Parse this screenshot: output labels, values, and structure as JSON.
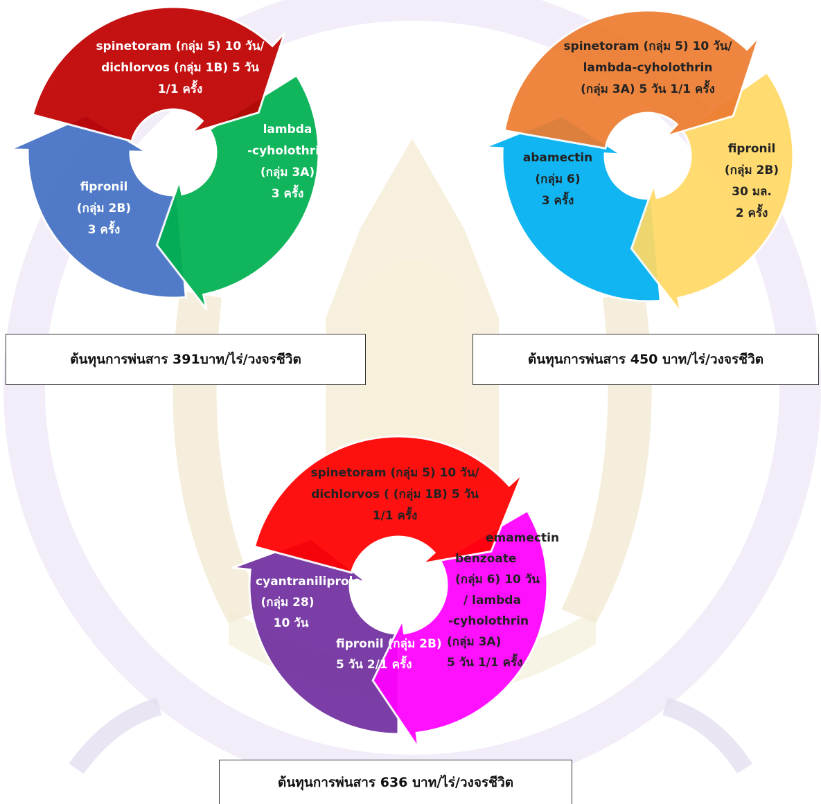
{
  "colors": {
    "red": "#C00000",
    "green": "#00B050",
    "blue": "#4472C4",
    "orange": "#ED7D31",
    "yellow": "#FFD966",
    "cyan": "#00B0F0",
    "bright_red": "#FF0000",
    "magenta": "#FF00FF",
    "purple": "#7030A0",
    "watermark": "#C7B37A",
    "watermark_text": "#A9A0C9"
  },
  "cycles": [
    {
      "segments": [
        {
          "lines": [
            "spinetoram (กลุ่ม 5) 10 วัน/",
            "dichlorvos (กลุ่ม 1B)  5 วัน",
            "1/1 ครั้ง"
          ],
          "color": "red"
        },
        {
          "lines": [
            "lambda",
            "-cyholothrin",
            "(กลุ่ม 3A)",
            "3 ครั้ง"
          ],
          "color": "green"
        },
        {
          "lines": [
            "fipronil",
            "(กลุ่ม 2B)",
            "3 ครั้ง"
          ],
          "color": "blue"
        }
      ],
      "cost": "ต้นทุนการพ่นสาร 391บาท/ไร่/วงจรชีวิต"
    },
    {
      "segments": [
        {
          "lines": [
            "spinetoram (กลุ่ม 5) 10 วัน/",
            "lambda-cyholothrin",
            "(กลุ่ม 3A) 5 วัน 1/1 ครั้ง"
          ],
          "color": "orange"
        },
        {
          "lines": [
            "fipronil",
            "(กลุ่ม 2B)",
            "30 มล.",
            "2 ครั้ง"
          ],
          "color": "yellow"
        },
        {
          "lines": [
            "abamectin",
            "(กลุ่ม 6)",
            "3 ครั้ง"
          ],
          "color": "cyan"
        }
      ],
      "cost": "ต้นทุนการพ่นสาร 450 บาท/ไร่/วงจรชีวิต"
    },
    {
      "segments": [
        {
          "lines": [
            "spinetoram (กลุ่ม 5) 10 วัน/",
            "dichlorvos ( (กลุ่ม 1B)  5 วัน",
            "1/1 ครั้ง"
          ],
          "color": "bright_red"
        },
        {
          "lines": [
            "emamectin",
            "benzoate",
            "(กลุ่ม 6)  10  วัน",
            "/ lambda",
            "-cyholothrin",
            "(กลุ่ม 3A)",
            "5 วัน 1/1 ครั้ง"
          ],
          "color": "magenta"
        },
        {
          "lines": [
            "cyantraniliprole",
            "(กลุ่ม 28)",
            "10 วัน",
            "fipronil (กลุ่ม 2B)",
            "5 วัน  2/1 ครั้ง"
          ],
          "color": "purple"
        }
      ],
      "cost": "ต้นทุนการพ่นสาร 636 บาท/ไร่/วงจรชีวิต"
    }
  ]
}
